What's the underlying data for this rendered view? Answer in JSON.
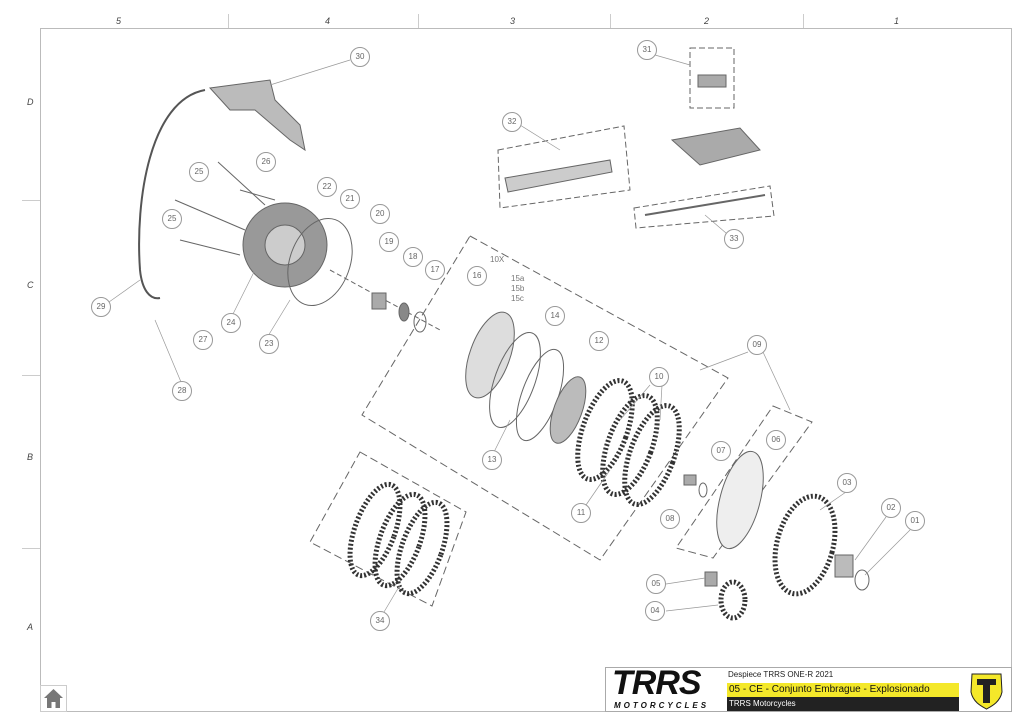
{
  "grid": {
    "columns": [
      "5",
      "4",
      "3",
      "2",
      "1"
    ],
    "rows": [
      "D",
      "C",
      "B",
      "A"
    ]
  },
  "callouts": [
    "30",
    "31",
    "32",
    "26",
    "25",
    "22",
    "21",
    "20",
    "25",
    "19",
    "18",
    "17",
    "16",
    "29",
    "27",
    "24",
    "23",
    "28",
    "33",
    "14",
    "12",
    "09",
    "10",
    "13",
    "11",
    "08",
    "07",
    "06",
    "03",
    "02",
    "01",
    "05",
    "04",
    "34"
  ],
  "labels": {
    "qty": "10X",
    "l15a": "15a",
    "l15b": "15b",
    "l15c": "15c"
  },
  "title_block": {
    "logo_text": "TRRS",
    "logo_sub": "MOTORCYCLES",
    "line1": "Despiece TRRS ONE-R  2021",
    "line2": "05 - CE - Conjunto Embrague - Explosionado",
    "line3": "TRRS Motorcycles"
  },
  "colors": {
    "accent": "#f4e82a",
    "dark": "#222222"
  },
  "icons": {
    "home": "home-icon",
    "brand": "trrs-shield-icon"
  }
}
